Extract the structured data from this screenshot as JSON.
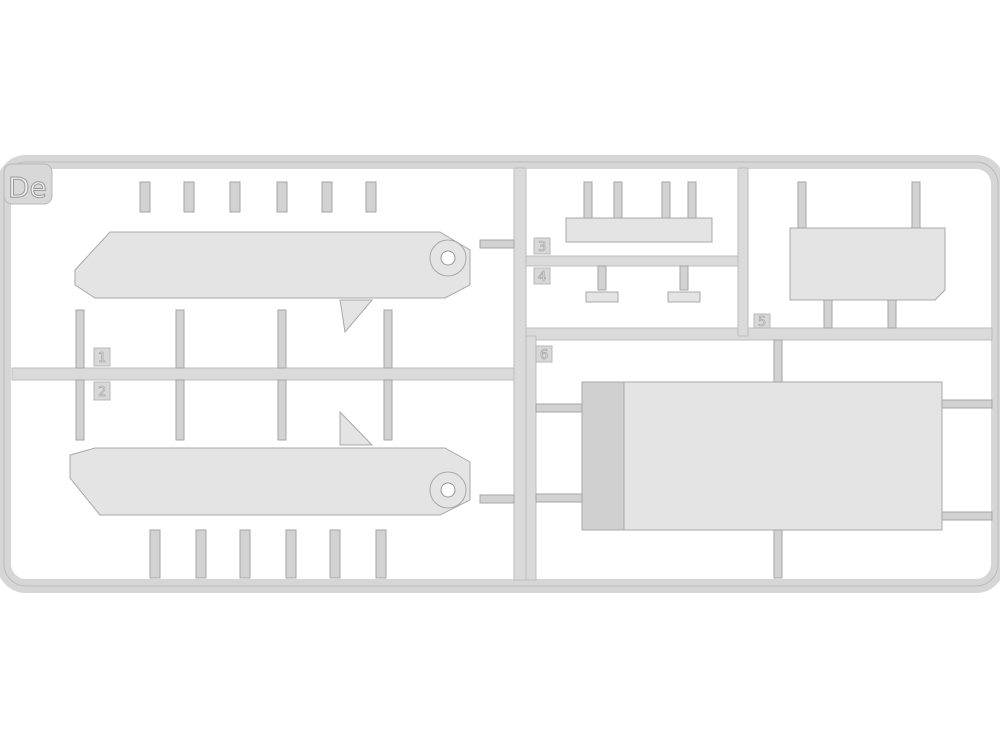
{
  "sprue": {
    "letter_tag": "De",
    "part_numbers": [
      "1",
      "2",
      "3",
      "4",
      "5",
      "6"
    ],
    "plastic_color": "#dadada"
  }
}
